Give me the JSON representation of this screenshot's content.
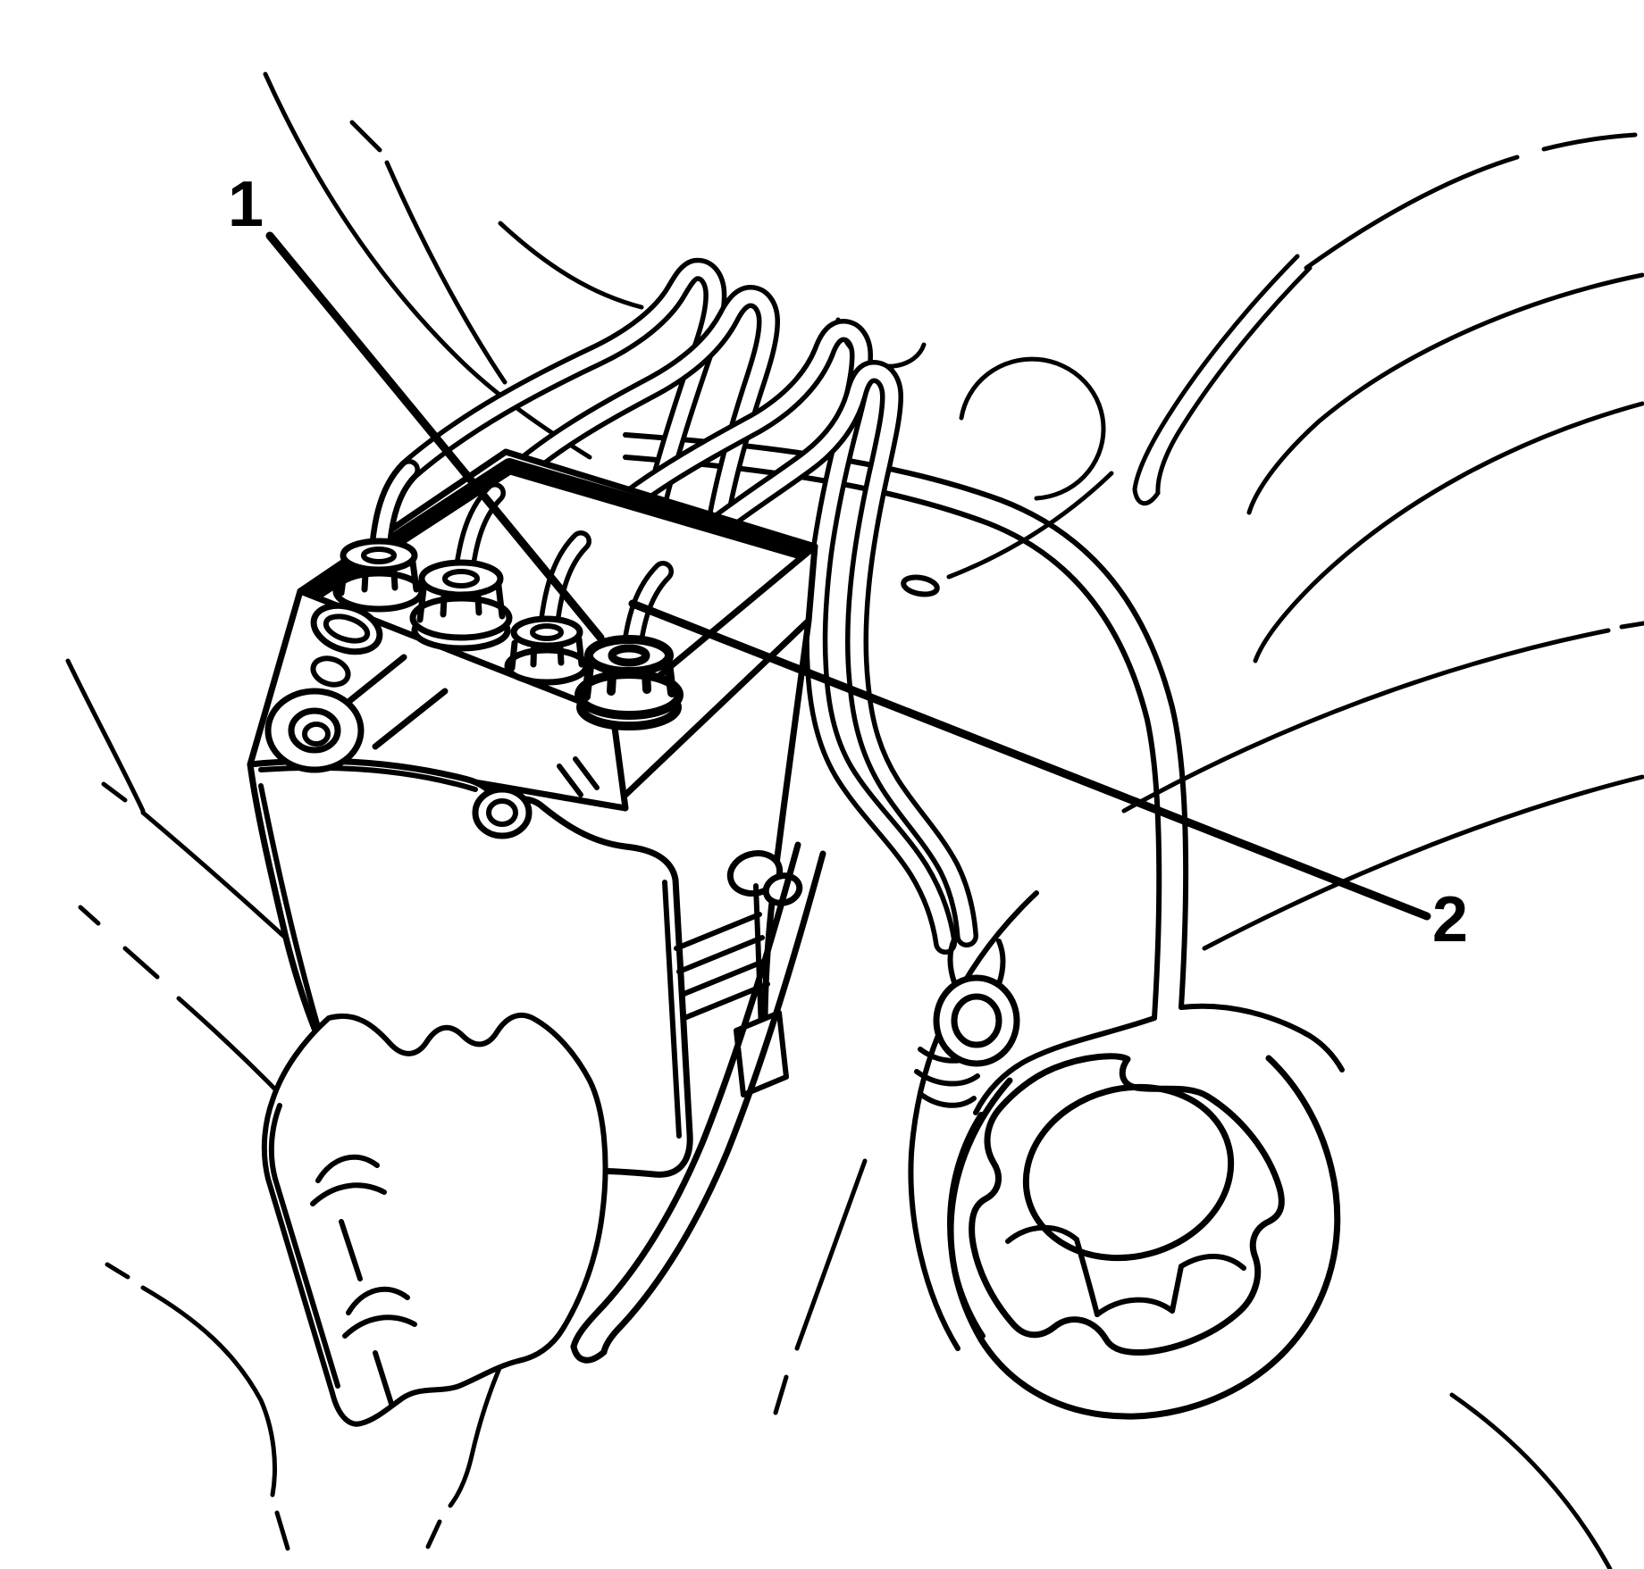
{
  "figure": {
    "kind": "automotive-service-line-illustration",
    "background_color": "#ffffff",
    "line_color": "#000000"
  },
  "callouts": [
    {
      "label": "1",
      "target": "brake-pipe-fitting"
    },
    {
      "label": "2",
      "target": "brake-pressure-modulator-valve"
    }
  ]
}
